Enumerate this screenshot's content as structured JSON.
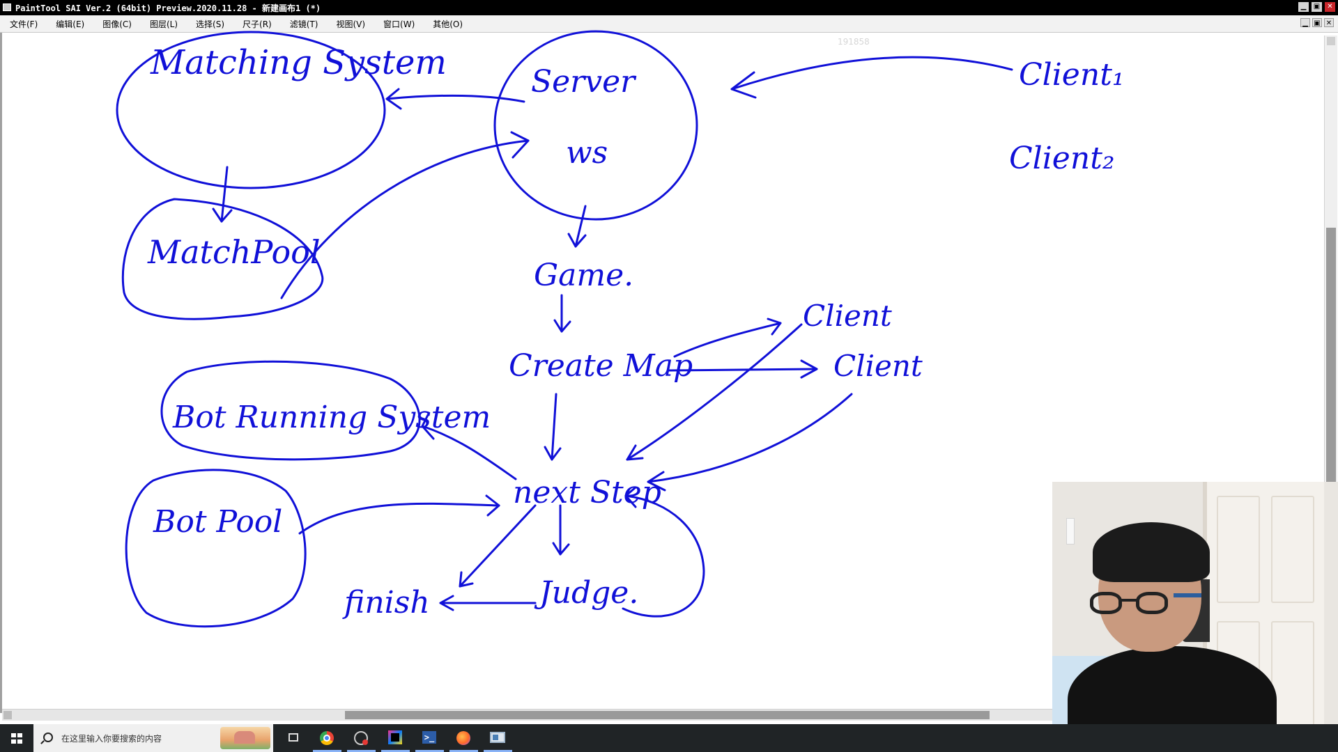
{
  "titlebar": {
    "title": "PaintTool SAI Ver.2 (64bit) Preview.2020.11.28 - 新建画布1 (*)",
    "min_glyph": "▁",
    "max_glyph": "▣",
    "close_glyph": "✕"
  },
  "menu": {
    "items": [
      "文件(F)",
      "编辑(E)",
      "图像(C)",
      "图层(L)",
      "选择(S)",
      "尺子(R)",
      "滤镜(T)",
      "视图(V)",
      "窗口(W)",
      "其他(O)"
    ]
  },
  "canvas": {
    "watermark": "191858",
    "stroke_color": "#1010d8",
    "sketch": [
      {
        "name": "label-matching-system",
        "text": "Matching System"
      },
      {
        "name": "label-server",
        "text": "Server"
      },
      {
        "name": "label-ws",
        "text": "ws"
      },
      {
        "name": "label-client-1",
        "text": "Client₁"
      },
      {
        "name": "label-client-2",
        "text": "Client₂"
      },
      {
        "name": "label-matchpool",
        "text": "MatchPool"
      },
      {
        "name": "label-game",
        "text": "Game."
      },
      {
        "name": "label-create-map",
        "text": "Create Map"
      },
      {
        "name": "label-client-a",
        "text": "Client"
      },
      {
        "name": "label-client-b",
        "text": "Client"
      },
      {
        "name": "label-bot-running-system",
        "text": "Bot Running System"
      },
      {
        "name": "label-next-step",
        "text": "next Step"
      },
      {
        "name": "label-bot-pool",
        "text": "Bot Pool"
      },
      {
        "name": "label-finish",
        "text": "finish"
      },
      {
        "name": "label-judge",
        "text": "Judge."
      }
    ]
  },
  "taskbar": {
    "search_placeholder": "在这里输入你要搜索的内容",
    "apps": [
      "task-view",
      "chrome",
      "screen-capture",
      "jetbrains-ide",
      "powershell",
      "firefox",
      "painttool-sai"
    ],
    "powershell_glyph": ">_"
  },
  "colors": {
    "titlebar": "#000000",
    "menubar": "#f2f2f2",
    "taskbar": "#202426",
    "ink": "#1010d8"
  }
}
